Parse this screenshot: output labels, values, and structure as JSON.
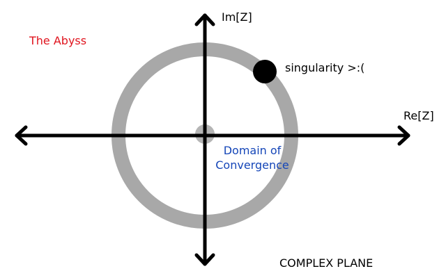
{
  "labels": {
    "abyss": "The Abyss",
    "imaginary_axis": "Im[Z]",
    "real_axis": "Re[Z]",
    "singularity": "singularity >:(",
    "domain_line1": "Domain of",
    "domain_line2": "Convergence",
    "plane": "COMPLEX PLANE"
  },
  "colors": {
    "abyss": "#e0141e",
    "domain": "#1546b8",
    "ring": "#a8a8a8",
    "axes": "#000000",
    "singularity": "#000000",
    "background": "#ffffff"
  }
}
